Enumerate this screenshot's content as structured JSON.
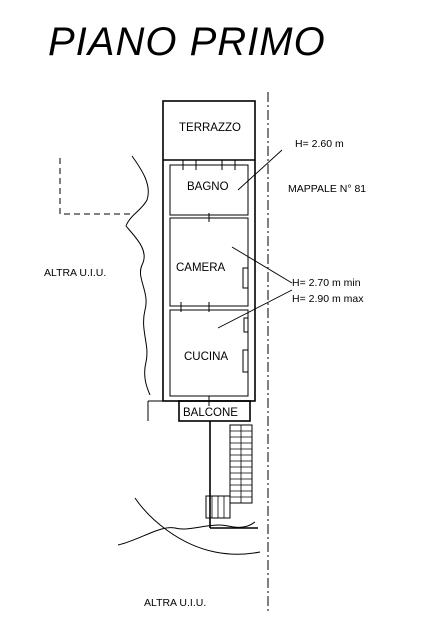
{
  "title": "PIANO PRIMO",
  "rooms": {
    "terrazzo": "TERRAZZO",
    "bagno": "BAGNO",
    "camera": "CAMERA",
    "cucina": "CUCINA",
    "balcone": "BALCONE"
  },
  "annotations": {
    "height_bagno": "H= 2.60 m",
    "mappale": "MAPPALE N° 81",
    "height_min": "H= 2.70 m min",
    "height_max": "H= 2.90 m max",
    "altra_left": "ALTRA U.I.U.",
    "altra_bottom": "ALTRA U.I.U."
  }
}
